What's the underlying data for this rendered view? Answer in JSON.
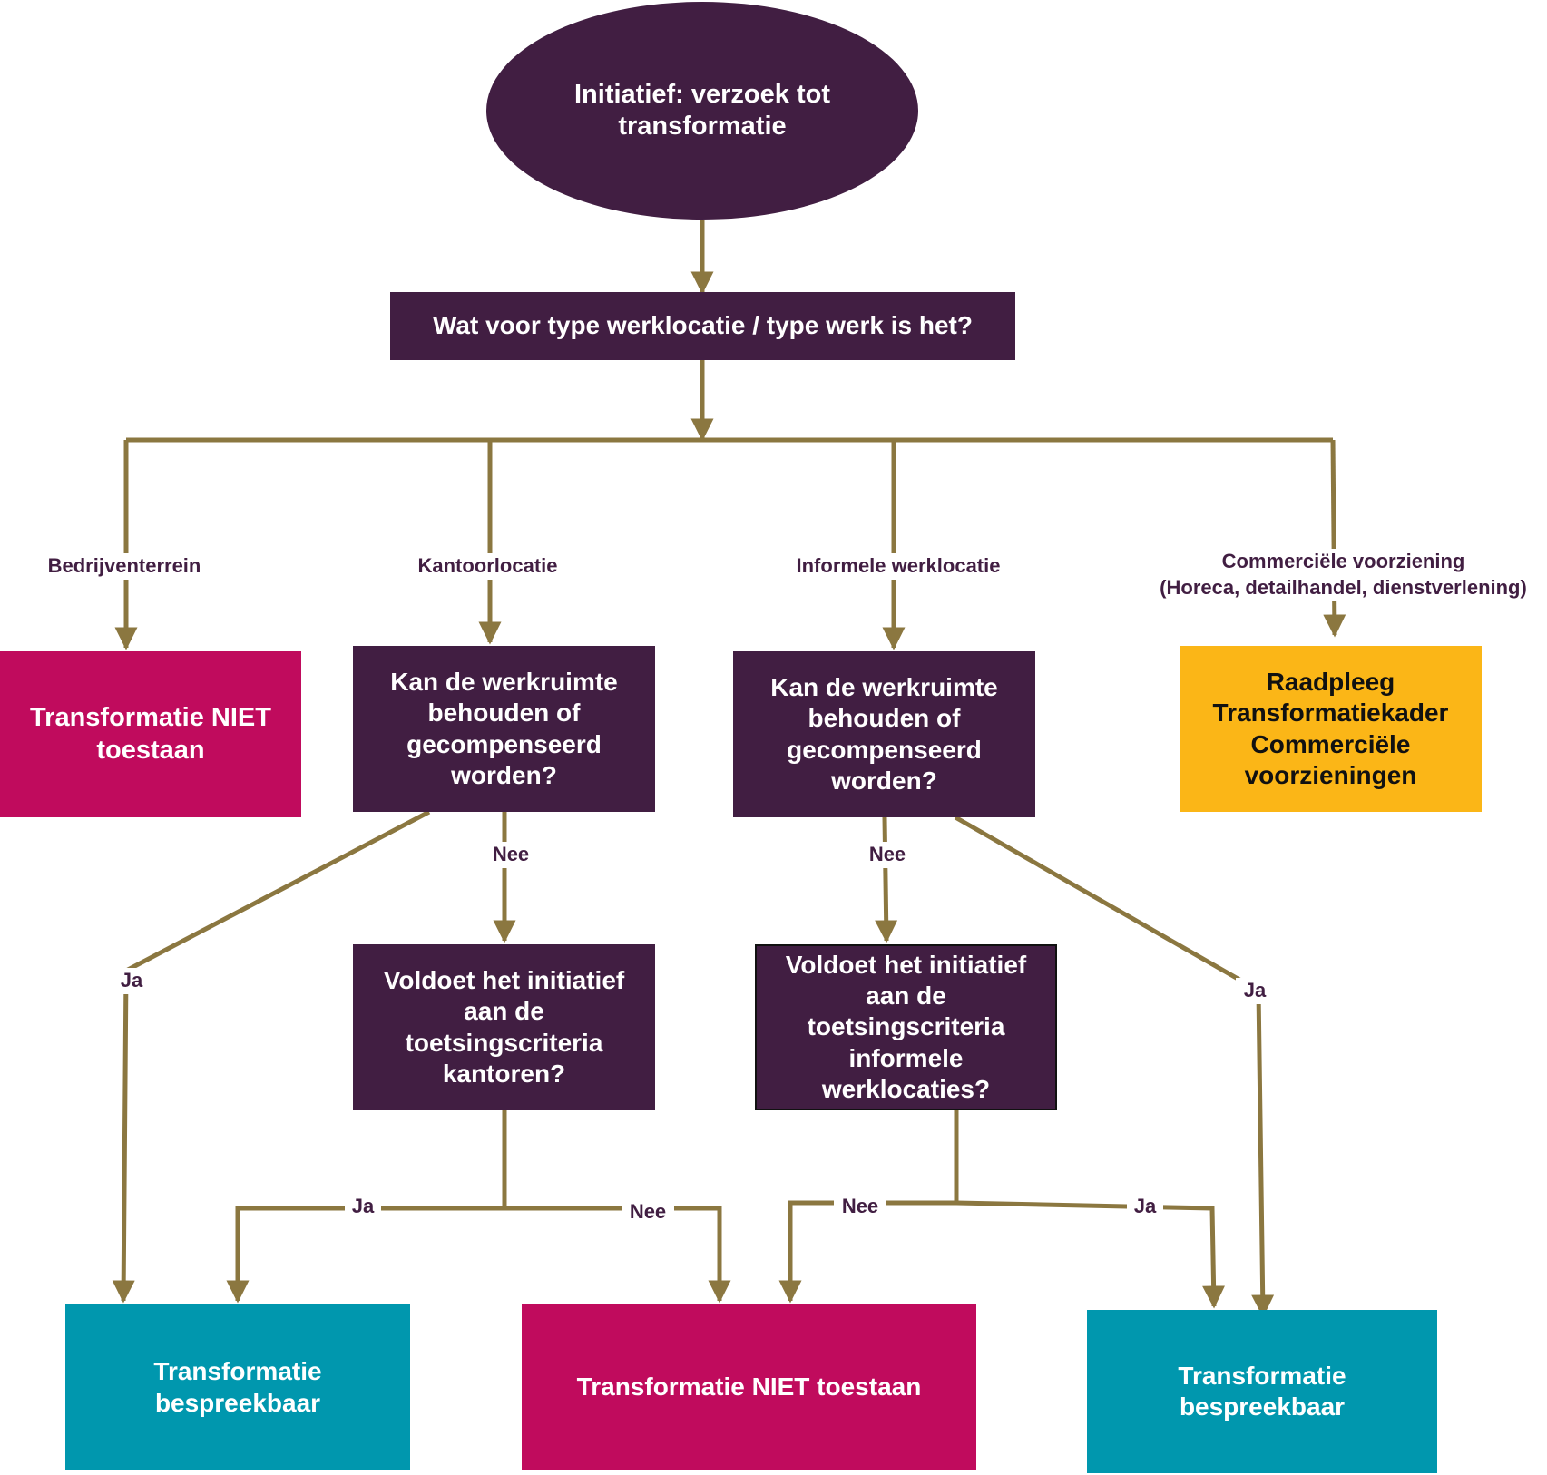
{
  "colors": {
    "primary": "#411e42",
    "reject": "#c00b5d",
    "positive": "#0097ae",
    "consult": "#fbb617",
    "connector": "#8b7740"
  },
  "nodes": {
    "start": "Initiatief: verzoek tot\ntransformatie",
    "type_question": "Wat voor type werklocatie / type werk is het?",
    "reject_bedrijventerrein": "Transformatie NIET\ntoestaan",
    "kantoor_question": "Kan de werkruimte\nbehouden of\ngecompenseerd\nworden?",
    "informeel_question": "Kan de werkruimte\nbehouden of\ngecompenseerd\nworden?",
    "consult_commercieel": "Raadpleeg\nTransformatiekader\nCommerciële\nvoorzieningen",
    "kantoor_criteria": "Voldoet het initiatief\naan de\ntoetsingscriteria\nkantoren?",
    "informeel_criteria": "Voldoet het initiatief\naan de\ntoetsingscriteria\ninformele\nwerklocaties?",
    "result_left": "Transformatie\nbespreekbaar",
    "result_center": "Transformatie NIET toestaan",
    "result_right": "Transformatie\nbespreekbaar"
  },
  "edge_labels": {
    "bedrijventerrein": "Bedrijventerrein",
    "kantoorlocatie": "Kantoorlocatie",
    "informele_werklocatie": "Informele werklocatie",
    "commercieel": "Commerciële voorziening\n(Horeca, detailhandel, dienstverlening)",
    "kantoor_nee": "Nee",
    "kantoor_ja": "Ja",
    "informeel_nee": "Nee",
    "informeel_ja": "Ja",
    "kantoor_criteria_ja": "Ja",
    "kantoor_criteria_nee": "Nee",
    "informeel_criteria_nee": "Nee",
    "informeel_criteria_ja": "Ja"
  }
}
